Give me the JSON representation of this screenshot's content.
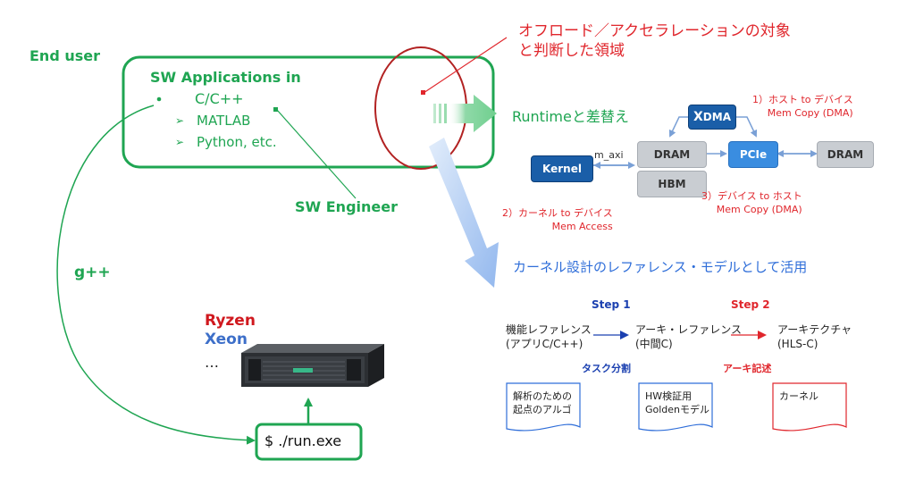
{
  "labels": {
    "end_user": "End user",
    "sw_apps_title": "SW Applications in",
    "bullet_c": "C/C++",
    "bullet_matlab": "MATLAB",
    "bullet_python": "Python, etc.",
    "sw_engineer": "SW Engineer",
    "gpp": "g++",
    "ryzen": "Ryzen",
    "xeon": "Xeon",
    "ellipsis": "…",
    "run_cmd": "$ ./run.exe",
    "offload_line1": "オフロード／アクセラレーションの対象",
    "offload_line2": "と判断した領域",
    "runtime": "Runtimeと差替え",
    "kernel_ref": "カーネル設計のレファレンス・モデルとして活用"
  },
  "runtime_diagram": {
    "xdma_prefix": "X",
    "xdma_suffix": "DMA",
    "dram1": "DRAM",
    "hbm": "HBM",
    "pcie": "PCIe",
    "dram2": "DRAM",
    "kernel": "Kernel",
    "m_axi": "m_axi",
    "note1_line1": "1）ホスト to デバイス",
    "note1_line2": "Mem Copy (DMA)",
    "note2_line1": "2）カーネル to デバイス",
    "note2_line2": "Mem Access",
    "note3_line1": "3）デバイス to ホスト",
    "note3_line2": "Mem Copy (DMA)"
  },
  "flow": {
    "step1": "Step 1",
    "step2": "Step 2",
    "func_ref_line1": "機能レファレンス",
    "func_ref_line2": "(アプリC/C++)",
    "arch_ref_line1": "アーキ・レファレンス",
    "arch_ref_line2": "(中間C)",
    "architecture_line1": "アーキテクチャ",
    "architecture_line2": "(HLS-C)",
    "task_split": "タスク分割",
    "arch_desc": "アーキ記述",
    "doc1": "解析のための\n起点のアルゴ",
    "doc2": "HW検証用\nGoldenモデル",
    "doc3": "カーネル"
  },
  "colors": {
    "green": "#1fa552",
    "red": "#e0262c",
    "blue": "#2f6ed9",
    "darkblue": "#1b40b0"
  }
}
